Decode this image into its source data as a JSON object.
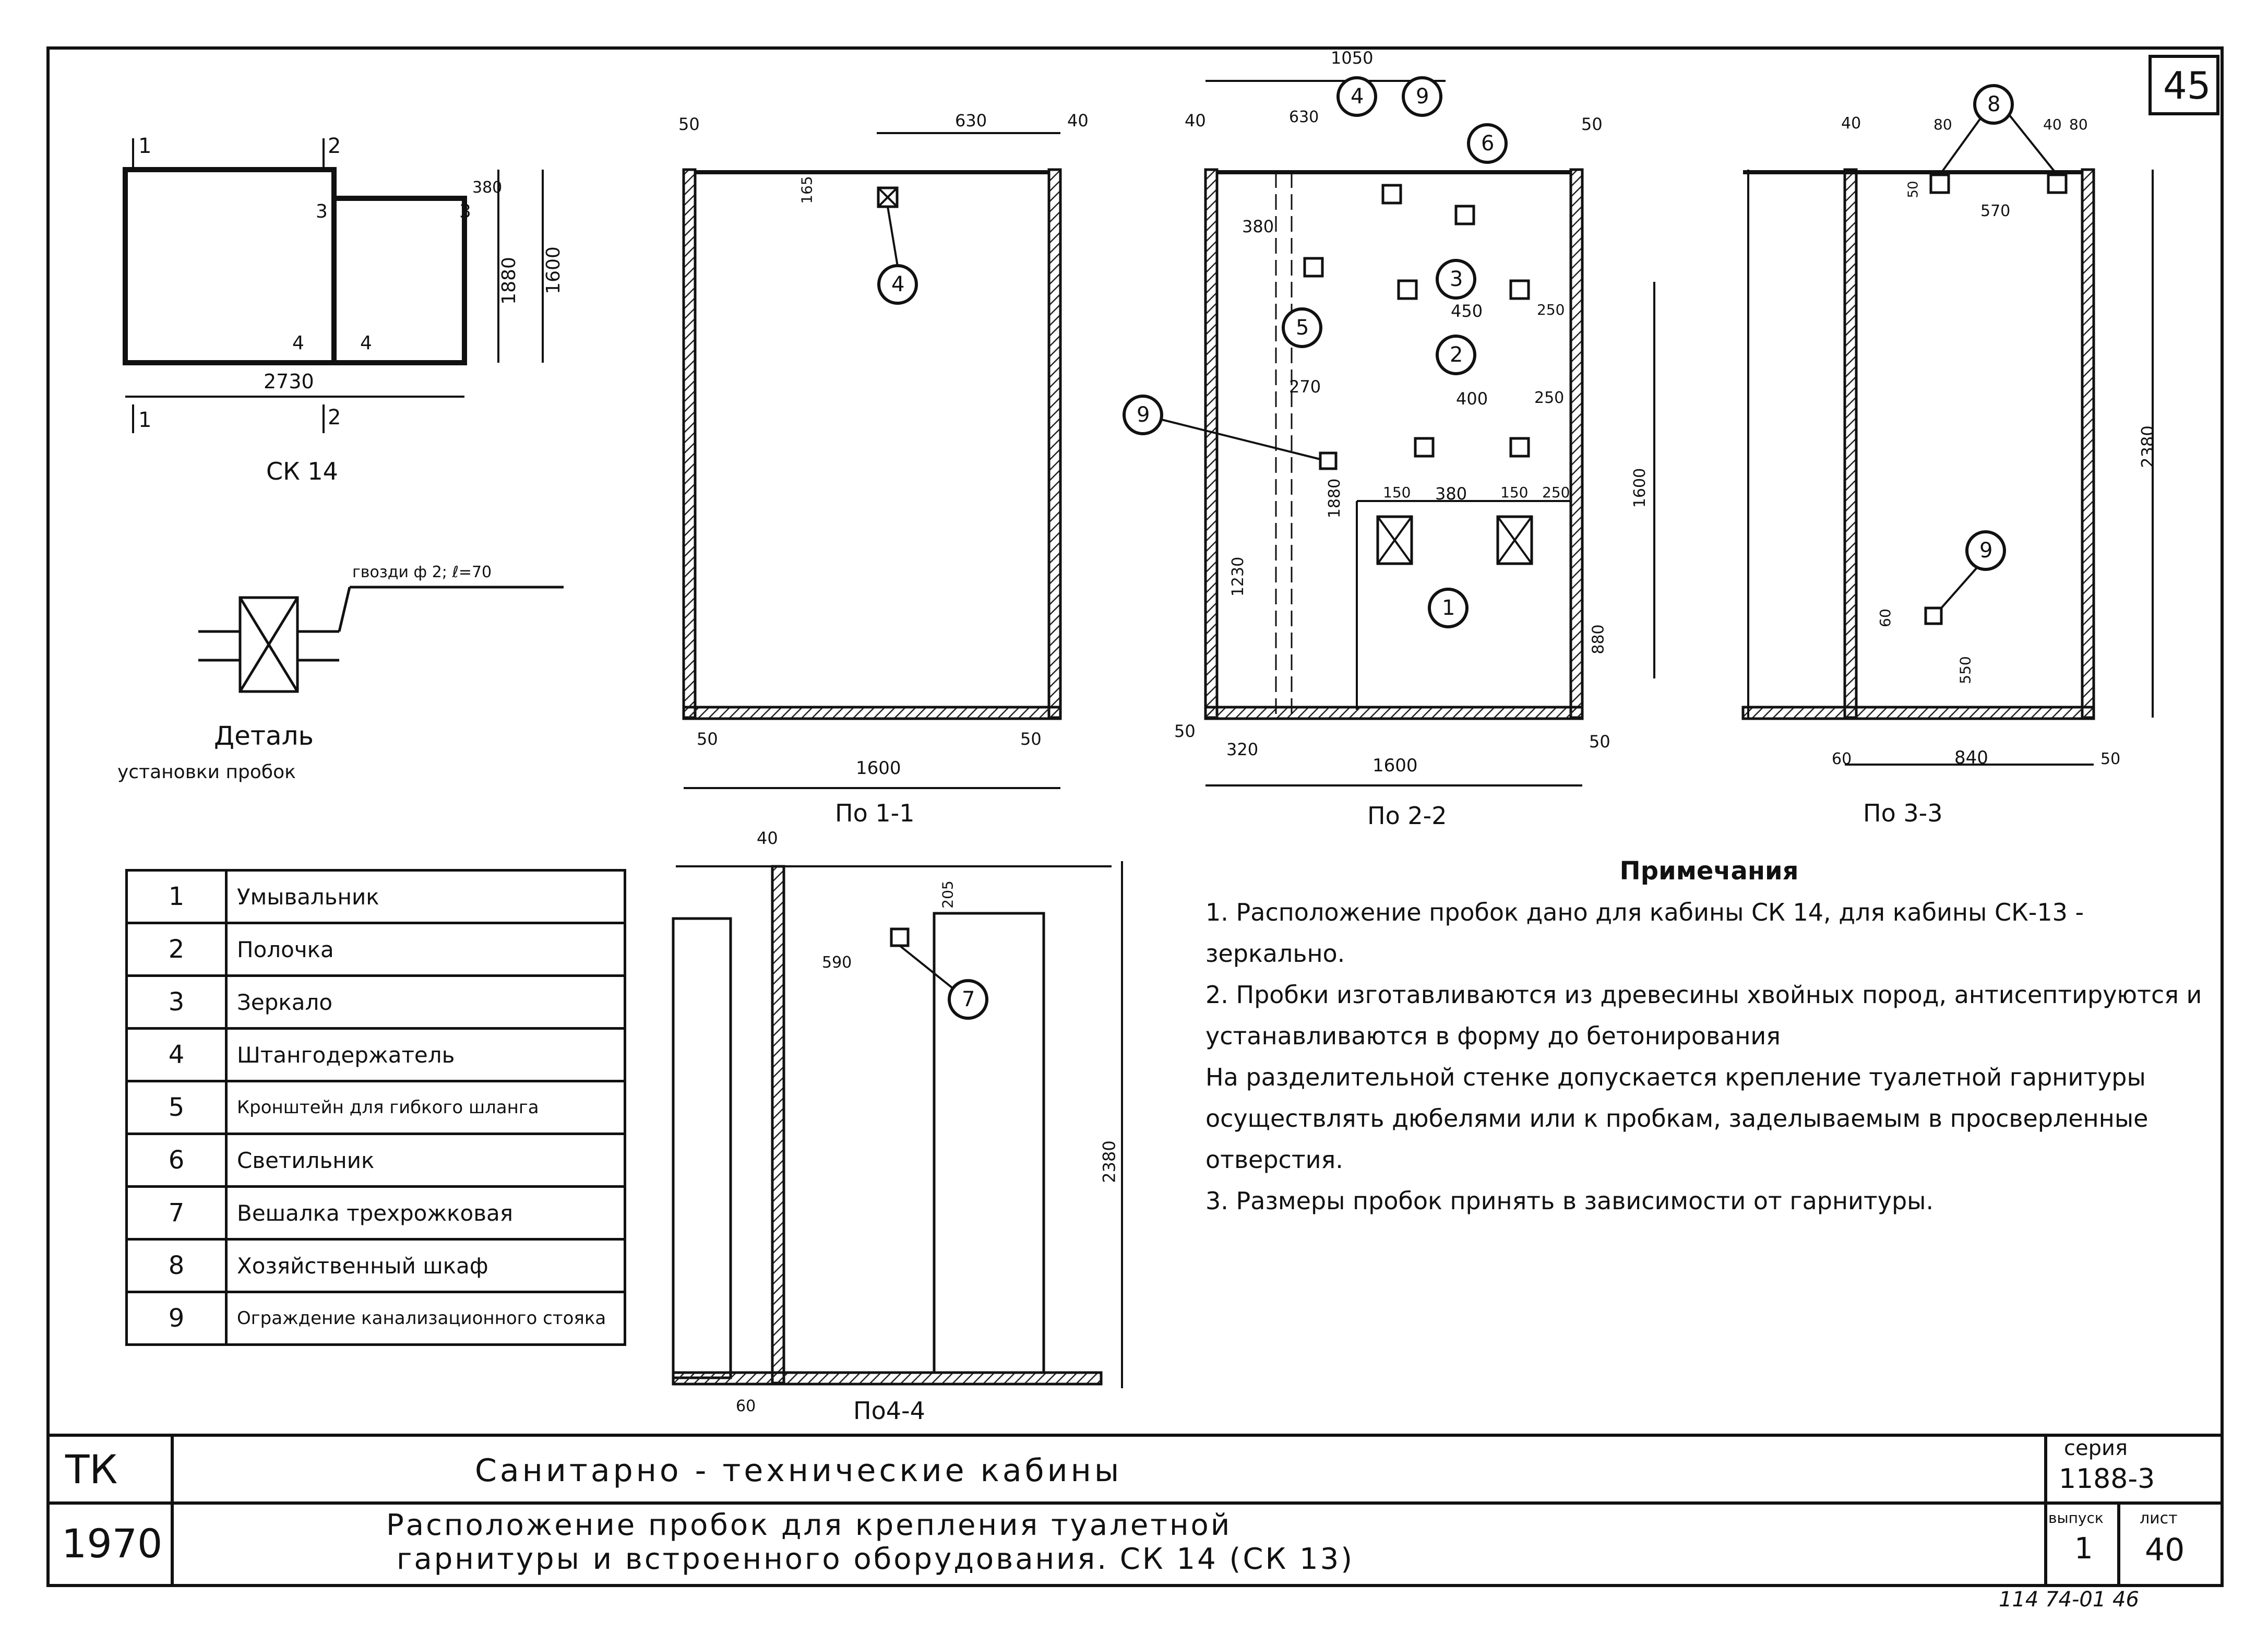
{
  "sheet_number": "45",
  "plan": {
    "caption": "СК 14",
    "dim_width": "2730",
    "dim_h1": "1880",
    "dim_h2": "1600",
    "dim_small": "380",
    "section_marks": [
      "1",
      "1",
      "2",
      "2",
      "3",
      "3",
      "4",
      "4"
    ]
  },
  "detail": {
    "nail_label": "гвозди ф 2; ℓ=70",
    "title": "Деталь",
    "subtitle": "установки пробок"
  },
  "section_1_1": {
    "caption": "По 1-1",
    "dims": [
      "50",
      "630",
      "40",
      "165",
      "50",
      "1600",
      "50"
    ],
    "callouts": [
      "4"
    ]
  },
  "section_2_2": {
    "caption": "По 2-2",
    "dims": [
      "1050",
      "40",
      "630",
      "50",
      "380",
      "450",
      "250",
      "270",
      "400",
      "250",
      "150",
      "380",
      "150",
      "250",
      "1230",
      "1880",
      "1600",
      "880",
      "50",
      "320",
      "1600",
      "50"
    ],
    "callouts": [
      "4",
      "9",
      "6",
      "3",
      "5",
      "2",
      "9",
      "1"
    ]
  },
  "section_3_3": {
    "caption": "По 3-3",
    "dims": [
      "40",
      "80",
      "40",
      "80",
      "50",
      "570",
      "2380",
      "60",
      "550",
      "60",
      "840",
      "50"
    ],
    "callouts": [
      "8",
      "9"
    ]
  },
  "section_4_4": {
    "caption": "По4-4",
    "dims": [
      "40",
      "205",
      "590",
      "2380",
      "60"
    ],
    "callouts": [
      "7"
    ]
  },
  "legend": [
    {
      "num": "1",
      "name": "Умывальник"
    },
    {
      "num": "2",
      "name": "Полочка"
    },
    {
      "num": "3",
      "name": "Зеркало"
    },
    {
      "num": "4",
      "name": "Штангодержатель"
    },
    {
      "num": "5",
      "name": "Кронштейн для гибкого шланга"
    },
    {
      "num": "6",
      "name": "Светильник"
    },
    {
      "num": "7",
      "name": "Вешалка трехрожковая"
    },
    {
      "num": "8",
      "name": "Хозяйственный шкаф"
    },
    {
      "num": "9",
      "name": "Ограждение канализационного стояка"
    }
  ],
  "notes": {
    "heading": "Примечания",
    "items": [
      "1. Расположение пробок дано для кабины СК 14, для кабины СК-13 - зеркально.",
      "2. Пробки изготавливаются из древесины хвойных пород, антисептируются и устанавливаются в форму до бетонирования",
      "На разделительной стенке допускается крепление туалетной гарнитуры осуществлять дюбелями или к пробкам, заделываемым в просверленные отверстия.",
      "3. Размеры пробок принять в зависимости от гарнитуры."
    ]
  },
  "title_block": {
    "tk": "ТК",
    "year": "1970",
    "title1": "Санитарно - технические кабины",
    "title2_line1": "Расположение пробок для крепления туалетной",
    "title2_line2": "гарнитуры и встроенного оборудования. СК 14 (СК 13)",
    "series_label": "серия",
    "series_value": "1188-3",
    "issue_label": "выпуск",
    "issue_value": "1",
    "sheet_label": "лист",
    "sheet_value": "40",
    "stamp": "114 74-01 46"
  }
}
